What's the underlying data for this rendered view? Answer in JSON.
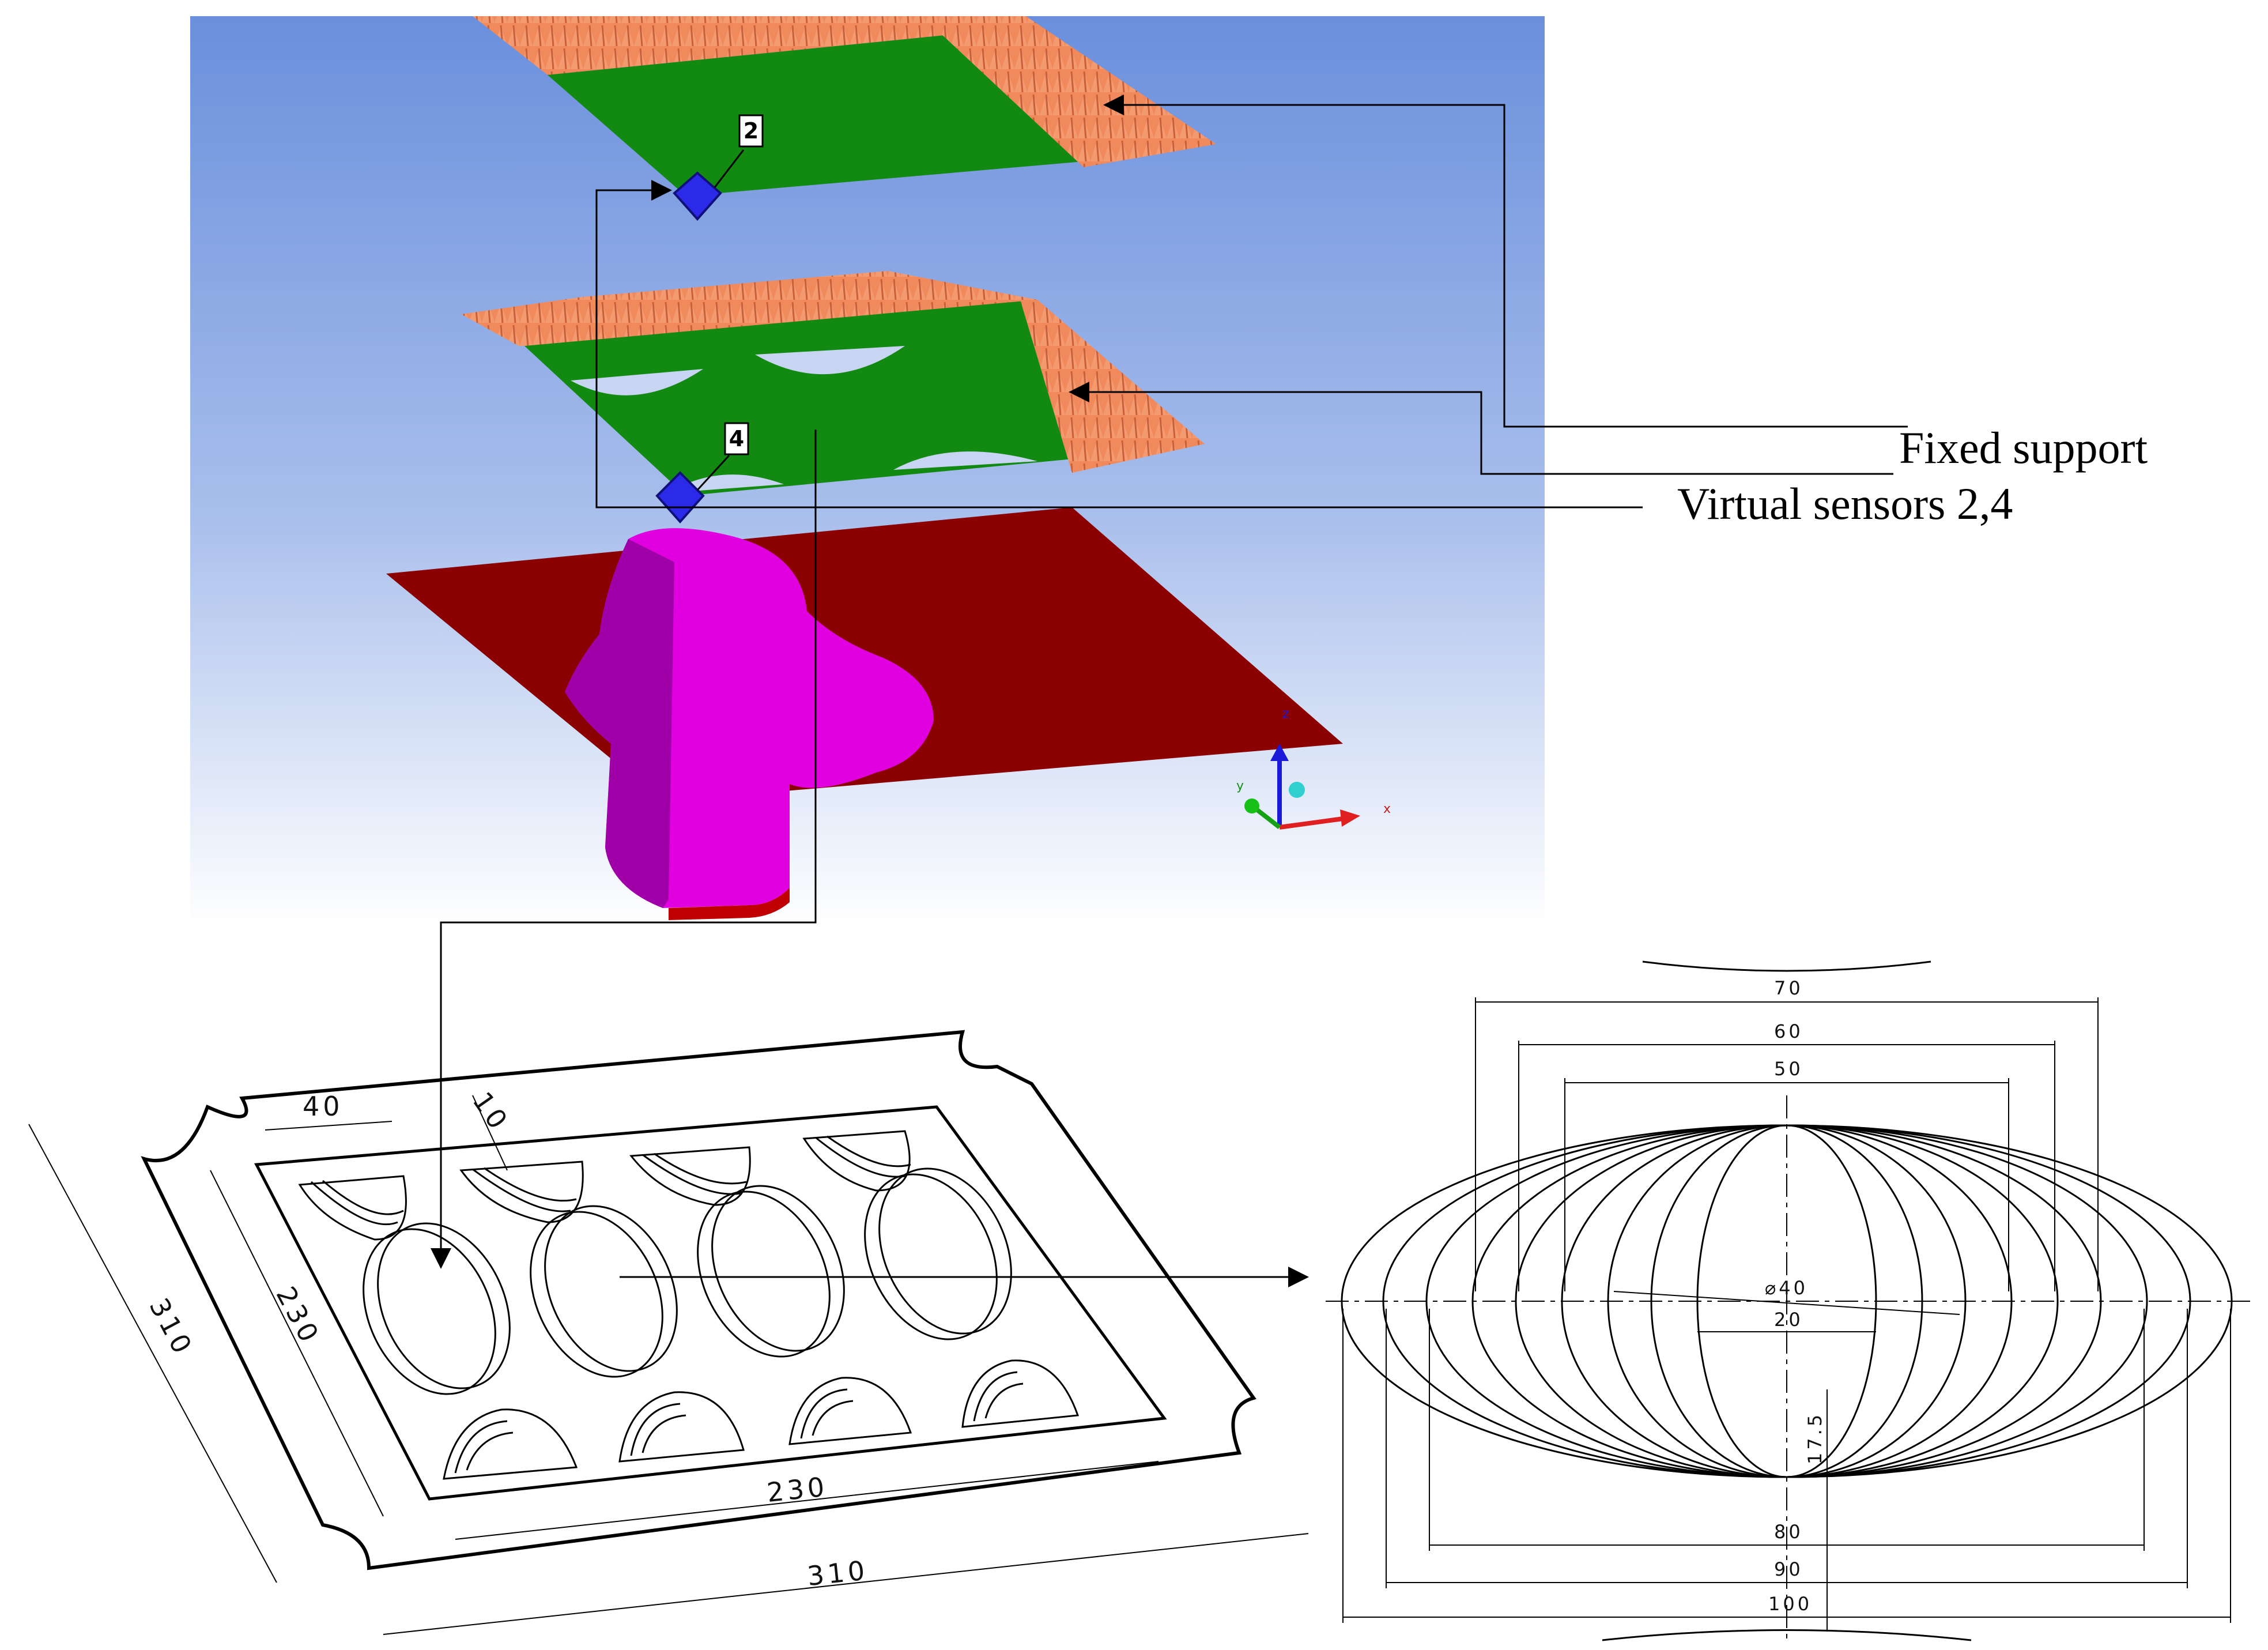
{
  "callouts": {
    "fixed_support": "Fixed support",
    "virtual_sensors": "Virtual sensors 2,4"
  },
  "sensors": [
    {
      "id": "2"
    },
    {
      "id": "4"
    }
  ],
  "axis_triad": {
    "x": "x",
    "y": "y",
    "z": "z"
  },
  "plate_drawing": {
    "dims": [
      "40",
      "10",
      "230",
      "310",
      "230",
      "310"
    ]
  },
  "ellipse_drawing": {
    "top_dims": [
      "70",
      "60",
      "50"
    ],
    "center_dims": [
      "⌀40",
      "20"
    ],
    "vertical_dim": "17.5",
    "bottom_dims": [
      "80",
      "90",
      "100"
    ]
  },
  "colors": {
    "support": "#f08a5d",
    "plate": "#128a12",
    "base": "#8b0000",
    "workpiece": "#e000e0",
    "sensor": "#2a2ae8",
    "sky_top": "#6a8fdc",
    "sky_bottom": "#ffffff"
  }
}
